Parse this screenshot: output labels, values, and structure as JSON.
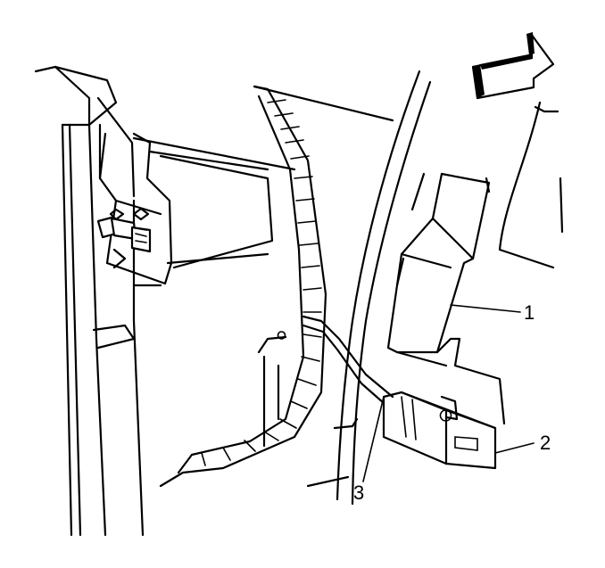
{
  "callouts": {
    "one": "1",
    "two": "2",
    "three": "3"
  },
  "colors": {
    "line": "#000000",
    "background": "#ffffff"
  },
  "icons": {
    "direction": "front-arrow-icon"
  }
}
